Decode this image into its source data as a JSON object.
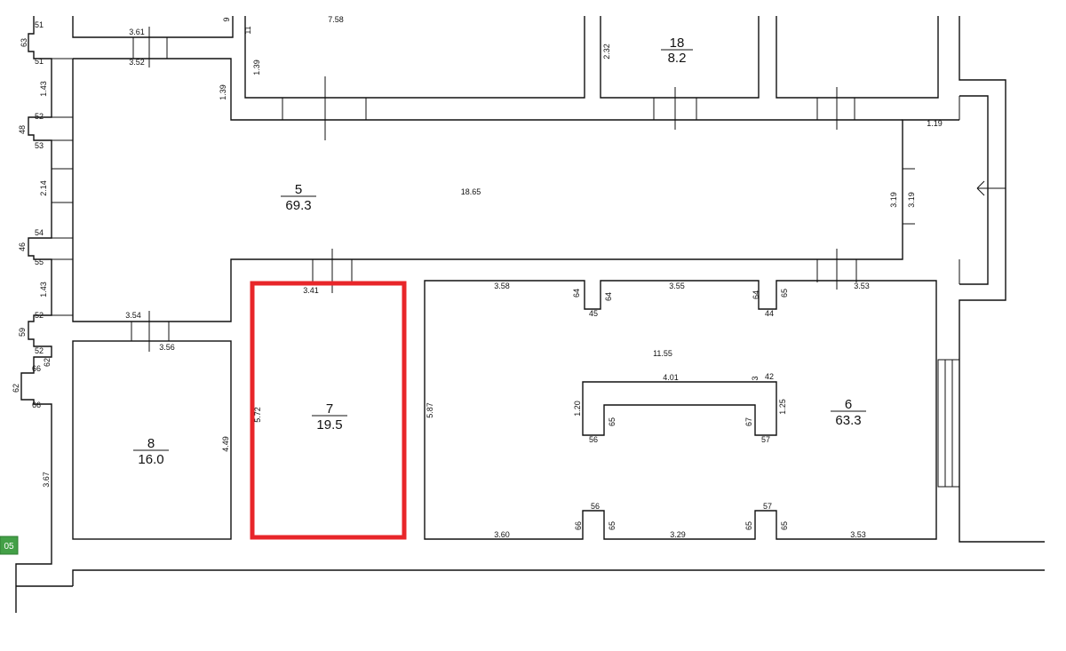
{
  "colors": {
    "highlight": "#e8262a",
    "tag": "#43a047"
  },
  "rooms": {
    "r5": {
      "num": "5",
      "area": "69.3"
    },
    "r6": {
      "num": "6",
      "area": "63.3"
    },
    "r7": {
      "num": "7",
      "area": "19.5"
    },
    "r8": {
      "num": "8",
      "area": "16.0"
    },
    "r18": {
      "num": "18",
      "area": "8.2"
    }
  },
  "tag": {
    "label": "05"
  },
  "dims": {
    "d_63": "63",
    "d_51a": "51",
    "d_51b": "51",
    "d_143a": "1.43",
    "d_52a": "52",
    "d_48": "48",
    "d_53": "53",
    "d_214": "2.14",
    "d_54": "54",
    "d_46": "46",
    "d_55": "55",
    "d_143b": "1.43",
    "d_52b": "52",
    "d_59": "59",
    "d_52c": "52",
    "d_66a": "66",
    "d_62a": "62",
    "d_62b": "62",
    "d_66b": "66",
    "d_367": "3.67",
    "d_361": "3.61",
    "d_352": "3.52",
    "d_9": "9",
    "d_11": "11",
    "d_758": "7.58",
    "d_139a": "1.39",
    "d_139b": "1.39",
    "d_232": "2.32",
    "d_119": "1.19",
    "d_1865": "18.65",
    "d_319a": "3.19",
    "d_319b": "3.19",
    "d_354": "3.54",
    "d_356": "3.56",
    "d_449": "4.49",
    "d_341": "3.41",
    "d_572": "5.72",
    "d_587": "5.87",
    "d_358": "3.58",
    "d_64a": "64",
    "d_45": "45",
    "d_64b": "64",
    "d_355": "3.55",
    "d_64c": "64",
    "d_44": "44",
    "d_65a": "65",
    "d_353a": "3.53",
    "d_1155": "11.55",
    "d_401": "4.01",
    "d_3": "3",
    "d_42": "42",
    "d_120": "1.20",
    "d_65b": "65",
    "d_67": "67",
    "d_125": "1.25",
    "d_56a": "56",
    "d_57a": "57",
    "d_56b": "56",
    "d_57b": "57",
    "d_66c": "66",
    "d_65c": "65",
    "d_65d": "65",
    "d_65e": "65",
    "d_360": "3.60",
    "d_329": "3.29",
    "d_353b": "3.53"
  }
}
